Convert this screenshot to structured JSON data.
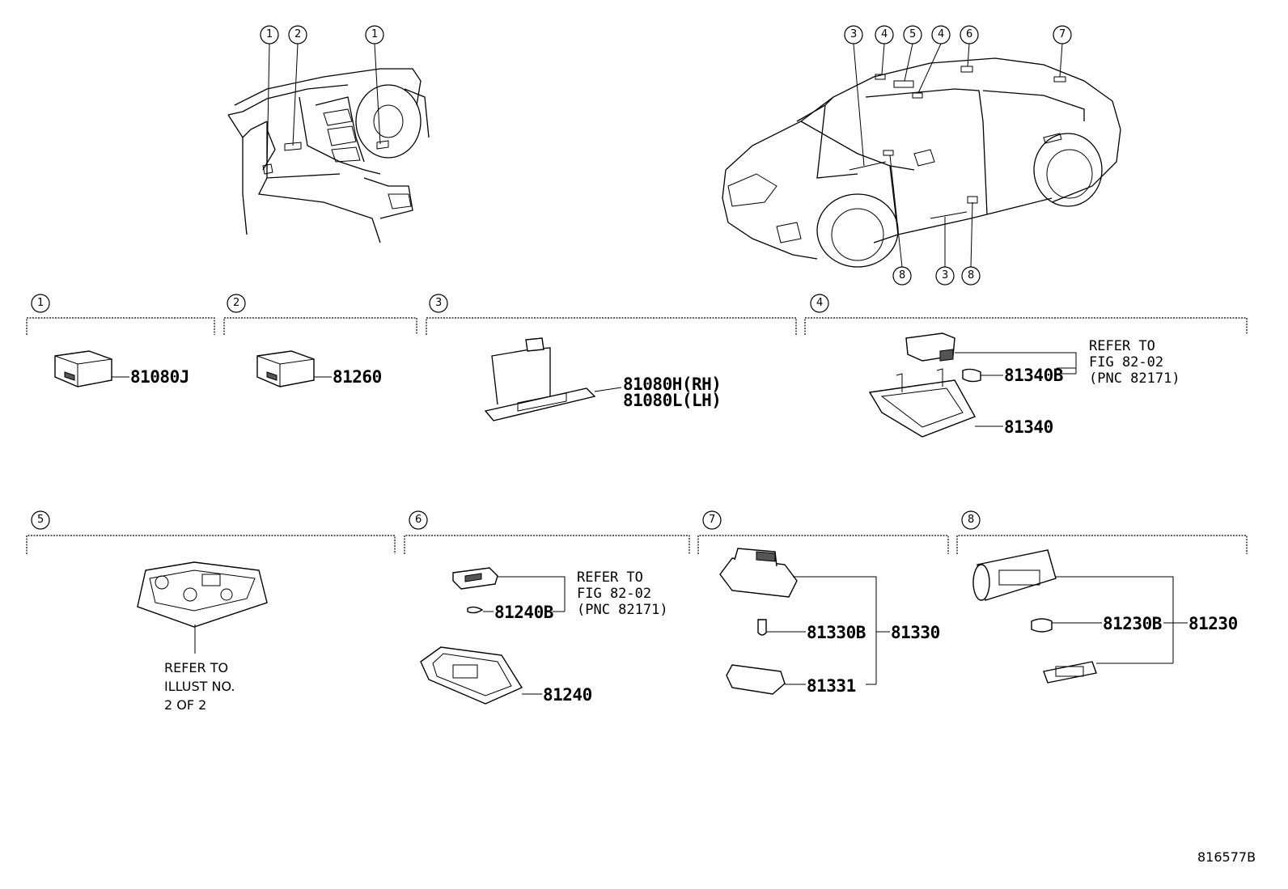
{
  "callouts": {
    "c1": "1",
    "c2": "2",
    "c3": "3",
    "c4": "4",
    "c5": "5",
    "c6": "6",
    "c7": "7",
    "c8": "8"
  },
  "parts": {
    "p81080J": "81080J",
    "p81260": "81260",
    "p81080H": "81080H(RH)",
    "p81080L": "81080L(LH)",
    "p81340B": "81340B",
    "p81340": "81340",
    "p81240B": "81240B",
    "p81240": "81240",
    "p81330B": "81330B",
    "p81330": "81330",
    "p81331": "81331",
    "p81230B": "81230B",
    "p81230": "81230"
  },
  "refs": {
    "s4_line1": "REFER TO",
    "s4_line2": "FIG 82-02",
    "s4_line3": "(PNC 82171)",
    "s6_line1": "REFER TO",
    "s6_line2": "FIG 82-02",
    "s6_line3": "(PNC 82171)",
    "s5_line1": "REFER TO",
    "s5_line2": "ILLUST NO.",
    "s5_line3": "2 OF 2"
  },
  "figure_id": "816577B"
}
